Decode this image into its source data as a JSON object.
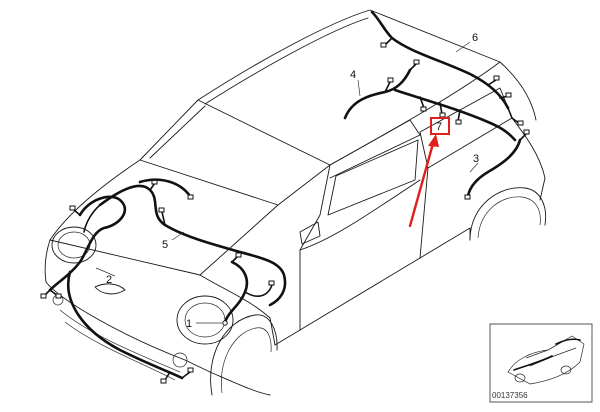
{
  "diagram": {
    "callouts": [
      "1",
      "2",
      "3",
      "4",
      "5",
      "6",
      "7"
    ],
    "thumbnail_id": "00137356",
    "colors": {
      "line": "#1a1a1a",
      "harness": "#111111",
      "highlight": "#e0201c",
      "thumb_border": "#555555"
    }
  }
}
